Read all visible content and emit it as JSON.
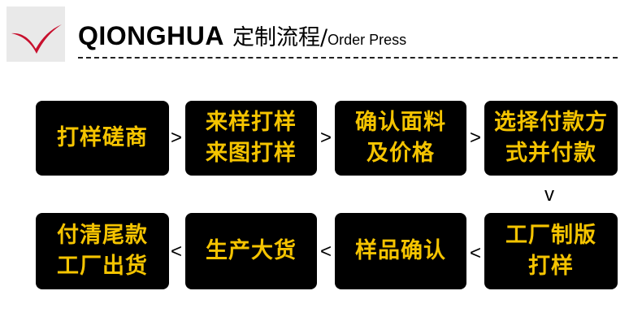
{
  "header": {
    "brand": "QIONGHUA",
    "subtitle_cn": "定制流程/",
    "subtitle_en": "Order Press"
  },
  "colors": {
    "box_bg": "#000000",
    "box_text": "#f5c400",
    "logo_red": "#c8102e"
  },
  "steps": [
    {
      "lines": [
        "打样磋商"
      ]
    },
    {
      "lines": [
        "来样打样",
        "来图打样"
      ]
    },
    {
      "lines": [
        "确认面料",
        "及价格"
      ]
    },
    {
      "lines": [
        "选择付款方",
        "式并付款"
      ]
    },
    {
      "lines": [
        "工厂制版",
        "打样"
      ]
    },
    {
      "lines": [
        "样品确认"
      ]
    },
    {
      "lines": [
        "生产大货"
      ]
    },
    {
      "lines": [
        "付清尾款",
        "工厂出货"
      ]
    }
  ],
  "arrows": {
    "right": ">",
    "down": "v",
    "left": "<"
  }
}
